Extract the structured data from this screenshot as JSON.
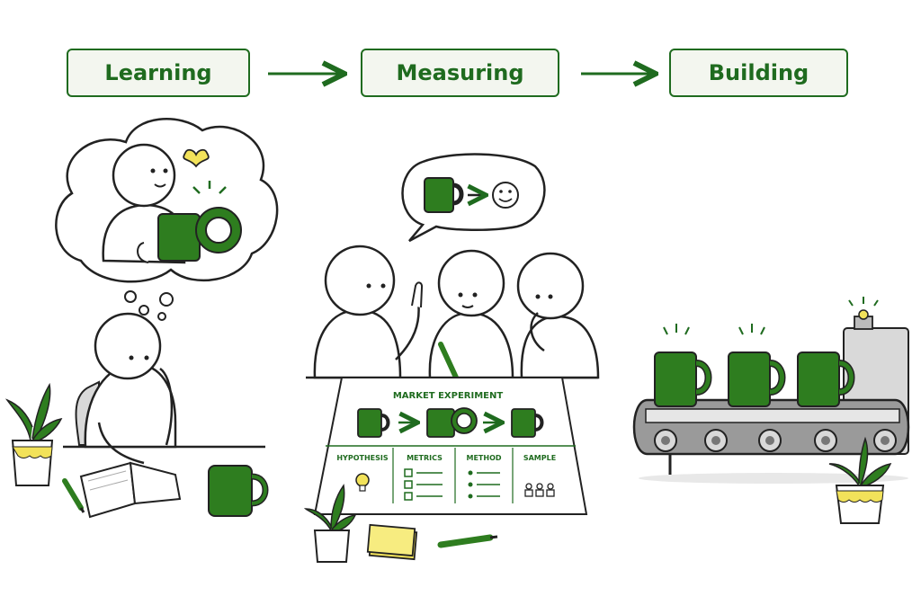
{
  "stages": [
    {
      "label": "Learning"
    },
    {
      "label": "Measuring"
    },
    {
      "label": "Building"
    }
  ],
  "sheet": {
    "title": "MARKET EXPERIMENT",
    "columns": [
      "HYPOTHESIS",
      "METRICS",
      "METHOD",
      "SAMPLE"
    ]
  },
  "colors": {
    "accent": "#1f6b1f",
    "mug": "#2e7d1f",
    "figure_fill": "#ffffff",
    "outline": "#222222",
    "shadow": "#d9d9d9",
    "pot_yellow": "#f2e25a"
  }
}
